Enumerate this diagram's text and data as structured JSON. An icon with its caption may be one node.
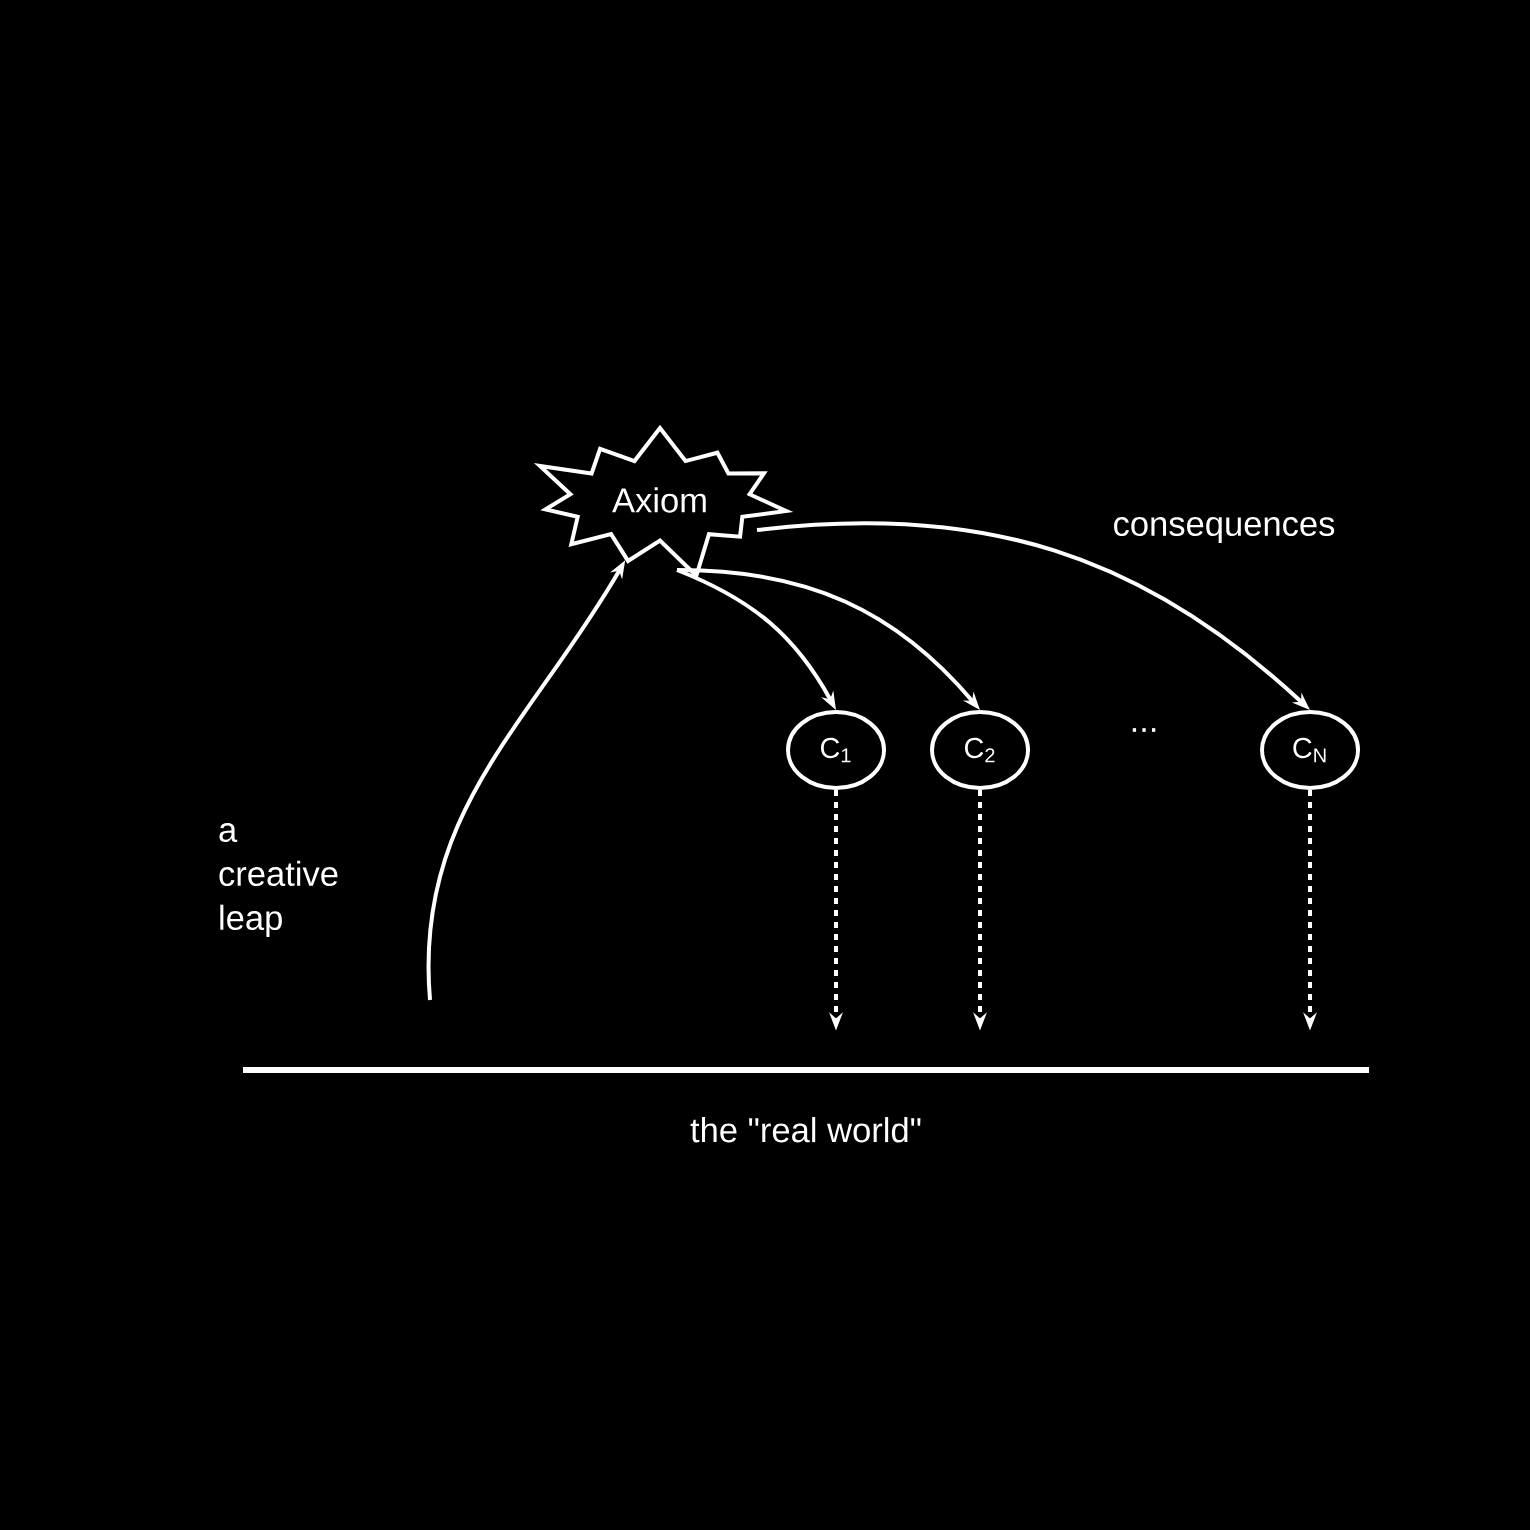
{
  "diagram": {
    "nodes": [
      {
        "text": [
          "Axiom"
        ]
      },
      {
        "text": [
          "C$_{1}$"
        ]
      },
      {
        "text": [
          "C$_{2}$"
        ]
      },
      {
        "text": [
          "C$_{N}$"
        ]
      },
      {
        "text": [],
        "shape": "bar",
        "beside": [
          "the \"real world\""
        ]
      }
    ],
    "edges": [
      {
        "from": 0,
        "to": 1,
        "arrow": "to"
      },
      {
        "from": 0,
        "to": 2,
        "arrow": "to"
      },
      {
        "from": 0,
        "to": 3,
        "arrow": "to",
        "label": "consequences"
      },
      {
        "from": 1,
        "to": 4,
        "arrow": "to",
        "style": "dashed"
      },
      {
        "from": 2,
        "to": 4,
        "arrow": "to",
        "style": "dashed"
      },
      {
        "from": 3,
        "to": 4,
        "arrow": "to",
        "style": "dashed"
      },
      {
        "from": null,
        "to": 0,
        "arrow": "to",
        "label": "a creative leap"
      }
    ],
    "labels": [
      "..."
    ]
  }
}
